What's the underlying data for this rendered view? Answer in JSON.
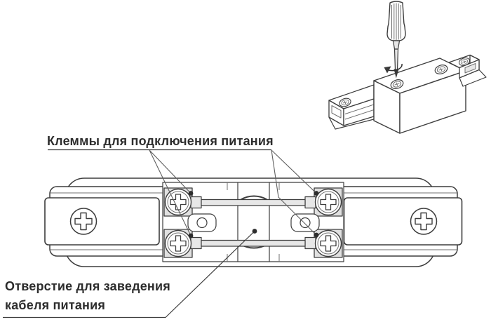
{
  "diagram": {
    "label_terminals": "Клеммы для подключения питания",
    "label_hole_line1": "Отверстие для заведения",
    "label_hole_line2": "кабеля питания"
  },
  "colors": {
    "bg": "#ffffff",
    "outline": "#3d3d3d",
    "thin": "#707070",
    "leader": "#5f5f5f",
    "metal": "#e7e7e7",
    "block": "#e0e0e0",
    "dark": "#3a3a3a",
    "text": "#2d2d2d"
  }
}
